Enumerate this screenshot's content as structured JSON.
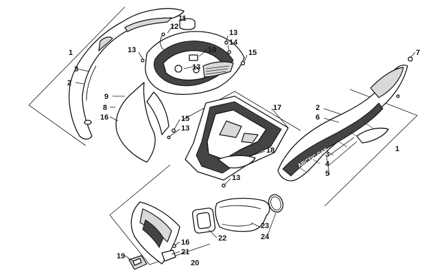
{
  "decal": {
    "brand": "ARCTIC CAT"
  },
  "callouts": [
    "1",
    "3",
    "2",
    "9",
    "8",
    "16",
    "12",
    "11",
    "13",
    "10",
    "14",
    "15",
    "7",
    "17",
    "15",
    "13",
    "2",
    "6",
    "18",
    "3",
    "4",
    "5",
    "1",
    "13",
    "22",
    "23",
    "24",
    "16",
    "21",
    "19",
    "20"
  ]
}
